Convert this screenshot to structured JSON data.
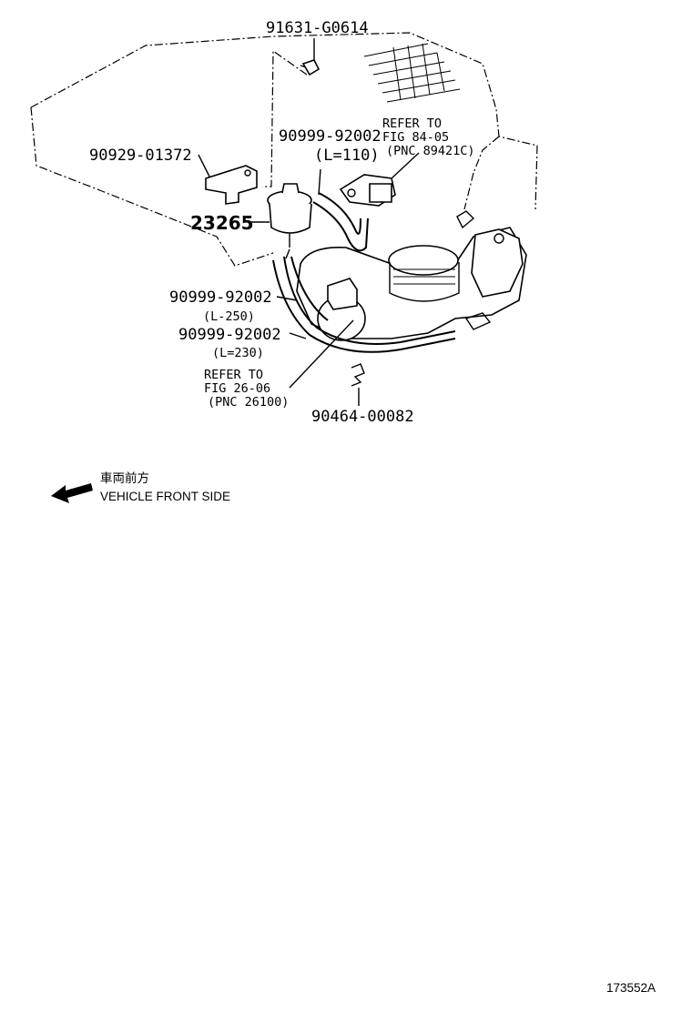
{
  "labels": {
    "bolt": "91631-G0614",
    "clamp": "90929-01372",
    "filter": "23265",
    "hose_top": "90999-92002",
    "hose_top_len": "(L=110)",
    "refer1_a": "REFER TO",
    "refer1_b": "FIG  84-05",
    "refer1_c": "(PNC 89421C)",
    "hose_mid": "90999-92002",
    "hose_mid_len": "(L-250)",
    "hose_low": "90999-92002",
    "hose_low_len": "(L=230)",
    "refer2_a": "REFER TO",
    "refer2_b": "FIG  26-06",
    "refer2_c": "(PNC 26100)",
    "clip": "90464-00082"
  },
  "direction": {
    "jp": "車両前方",
    "en": "VEHICLE FRONT SIDE"
  },
  "figure_id": "173552A"
}
